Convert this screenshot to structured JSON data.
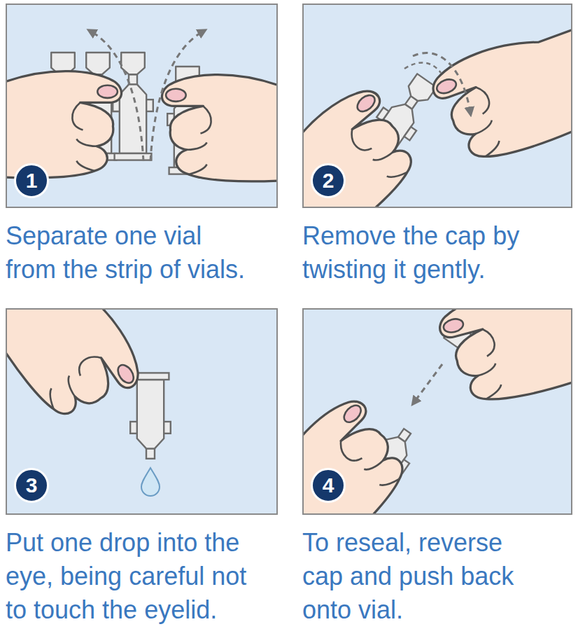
{
  "diagram": {
    "nodes": [
      {
        "text": [
          "Separate one vial from the strip of vials."
        ]
      },
      {
        "text": [
          "1"
        ],
        "in": 0
      },
      {
        "text": [
          "Remove the cap by twisting it gently."
        ]
      },
      {
        "text": [
          "2"
        ],
        "in": 2
      },
      {
        "text": [
          "Put one drop into the eye, being careful not to touch the eyelid."
        ]
      },
      {
        "text": [
          "3"
        ],
        "in": 4
      },
      {
        "text": [
          "To reseal, reverse cap and push back onto vial."
        ]
      },
      {
        "text": [
          "4"
        ],
        "in": 6
      }
    ]
  }
}
